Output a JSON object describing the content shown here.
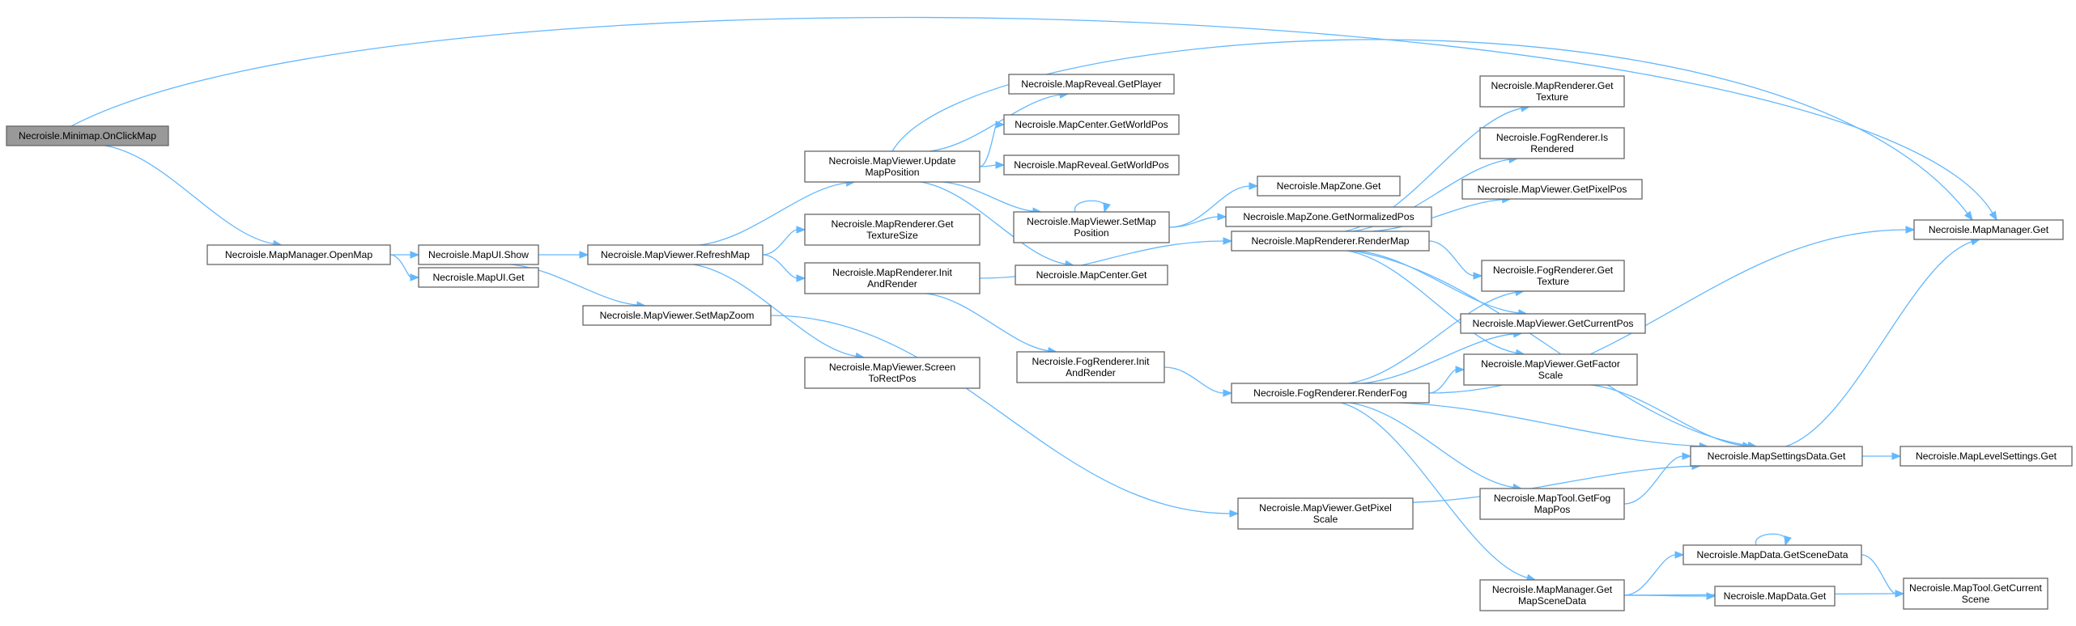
{
  "diagram": {
    "colors": {
      "edge": "#63b8ff",
      "node_border": "#666666",
      "root_fill": "#999999",
      "node_fill": "#ffffff"
    },
    "nodes": [
      {
        "id": "n0",
        "lines": [
          "Necroisle.Minimap.OnClickMap"
        ],
        "root": true
      },
      {
        "id": "n1",
        "lines": [
          "Necroisle.MapManager.OpenMap"
        ]
      },
      {
        "id": "n2",
        "lines": [
          "Necroisle.MapUI.Show"
        ]
      },
      {
        "id": "n3",
        "lines": [
          "Necroisle.MapUI.Get"
        ]
      },
      {
        "id": "n4",
        "lines": [
          "Necroisle.MapViewer.RefreshMap"
        ]
      },
      {
        "id": "n5",
        "lines": [
          "Necroisle.MapViewer.SetMapZoom"
        ]
      },
      {
        "id": "n6",
        "lines": [
          "Necroisle.MapViewer.Update",
          "MapPosition"
        ]
      },
      {
        "id": "n7",
        "lines": [
          "Necroisle.MapRenderer.Get",
          "TextureSize"
        ]
      },
      {
        "id": "n8",
        "lines": [
          "Necroisle.MapRenderer.Init",
          "AndRender"
        ]
      },
      {
        "id": "n9",
        "lines": [
          "Necroisle.MapViewer.Screen",
          "ToRectPos"
        ]
      },
      {
        "id": "n10",
        "lines": [
          "Necroisle.MapReveal.GetPlayer"
        ]
      },
      {
        "id": "n11",
        "lines": [
          "Necroisle.MapCenter.GetWorldPos"
        ]
      },
      {
        "id": "n12",
        "lines": [
          "Necroisle.MapReveal.GetWorldPos"
        ]
      },
      {
        "id": "n13",
        "lines": [
          "Necroisle.MapViewer.SetMap",
          "Position"
        ]
      },
      {
        "id": "n14",
        "lines": [
          "Necroisle.MapCenter.Get"
        ]
      },
      {
        "id": "n15",
        "lines": [
          "Necroisle.FogRenderer.Init",
          "AndRender"
        ]
      },
      {
        "id": "n16",
        "lines": [
          "Necroisle.MapZone.Get"
        ]
      },
      {
        "id": "n17",
        "lines": [
          "Necroisle.MapZone.GetNormalizedPos"
        ]
      },
      {
        "id": "n18",
        "lines": [
          "Necroisle.MapRenderer.RenderMap"
        ]
      },
      {
        "id": "n19",
        "lines": [
          "Necroisle.FogRenderer.RenderFog"
        ]
      },
      {
        "id": "n20",
        "lines": [
          "Necroisle.MapViewer.GetPixel",
          "Scale"
        ]
      },
      {
        "id": "n21",
        "lines": [
          "Necroisle.MapRenderer.Get",
          "Texture"
        ]
      },
      {
        "id": "n22",
        "lines": [
          "Necroisle.FogRenderer.Is",
          "Rendered"
        ]
      },
      {
        "id": "n23",
        "lines": [
          "Necroisle.MapViewer.GetPixelPos"
        ]
      },
      {
        "id": "n24",
        "lines": [
          "Necroisle.FogRenderer.Get",
          "Texture"
        ]
      },
      {
        "id": "n25",
        "lines": [
          "Necroisle.MapViewer.GetCurrentPos"
        ]
      },
      {
        "id": "n26",
        "lines": [
          "Necroisle.MapViewer.GetFactor",
          "Scale"
        ]
      },
      {
        "id": "n27",
        "lines": [
          "Necroisle.MapTool.GetFog",
          "MapPos"
        ]
      },
      {
        "id": "n28",
        "lines": [
          "Necroisle.MapManager.Get",
          "MapSceneData"
        ]
      },
      {
        "id": "n29",
        "lines": [
          "Necroisle.MapManager.Get"
        ]
      },
      {
        "id": "n30",
        "lines": [
          "Necroisle.MapSettingsData.Get"
        ]
      },
      {
        "id": "n31",
        "lines": [
          "Necroisle.MapLevelSettings.Get"
        ]
      },
      {
        "id": "n32",
        "lines": [
          "Necroisle.MapData.GetSceneData"
        ]
      },
      {
        "id": "n33",
        "lines": [
          "Necroisle.MapData.Get"
        ]
      },
      {
        "id": "n34",
        "lines": [
          "Necroisle.MapTool.GetCurrent",
          "Scene"
        ]
      }
    ],
    "edges": [
      [
        "n0",
        "n1"
      ],
      [
        "n0",
        "n29"
      ],
      [
        "n1",
        "n2"
      ],
      [
        "n1",
        "n3"
      ],
      [
        "n2",
        "n4"
      ],
      [
        "n2",
        "n5"
      ],
      [
        "n4",
        "n6"
      ],
      [
        "n4",
        "n7"
      ],
      [
        "n4",
        "n8"
      ],
      [
        "n4",
        "n9"
      ],
      [
        "n5",
        "n20"
      ],
      [
        "n6",
        "n10"
      ],
      [
        "n6",
        "n11"
      ],
      [
        "n6",
        "n12"
      ],
      [
        "n6",
        "n13"
      ],
      [
        "n6",
        "n14"
      ],
      [
        "n6",
        "n29"
      ],
      [
        "n8",
        "n15"
      ],
      [
        "n8",
        "n18"
      ],
      [
        "n13",
        "n13"
      ],
      [
        "n13",
        "n16"
      ],
      [
        "n13",
        "n17"
      ],
      [
        "n15",
        "n19"
      ],
      [
        "n18",
        "n21"
      ],
      [
        "n18",
        "n22"
      ],
      [
        "n18",
        "n23"
      ],
      [
        "n18",
        "n24"
      ],
      [
        "n18",
        "n25"
      ],
      [
        "n18",
        "n26"
      ],
      [
        "n18",
        "n30"
      ],
      [
        "n19",
        "n24"
      ],
      [
        "n19",
        "n25"
      ],
      [
        "n19",
        "n26"
      ],
      [
        "n19",
        "n27"
      ],
      [
        "n19",
        "n28"
      ],
      [
        "n19",
        "n30"
      ],
      [
        "n19",
        "n29"
      ],
      [
        "n20",
        "n30"
      ],
      [
        "n26",
        "n30"
      ],
      [
        "n27",
        "n30"
      ],
      [
        "n28",
        "n32"
      ],
      [
        "n28",
        "n33"
      ],
      [
        "n28",
        "n34"
      ],
      [
        "n30",
        "n29"
      ],
      [
        "n30",
        "n31"
      ],
      [
        "n32",
        "n32"
      ],
      [
        "n32",
        "n34"
      ]
    ]
  }
}
